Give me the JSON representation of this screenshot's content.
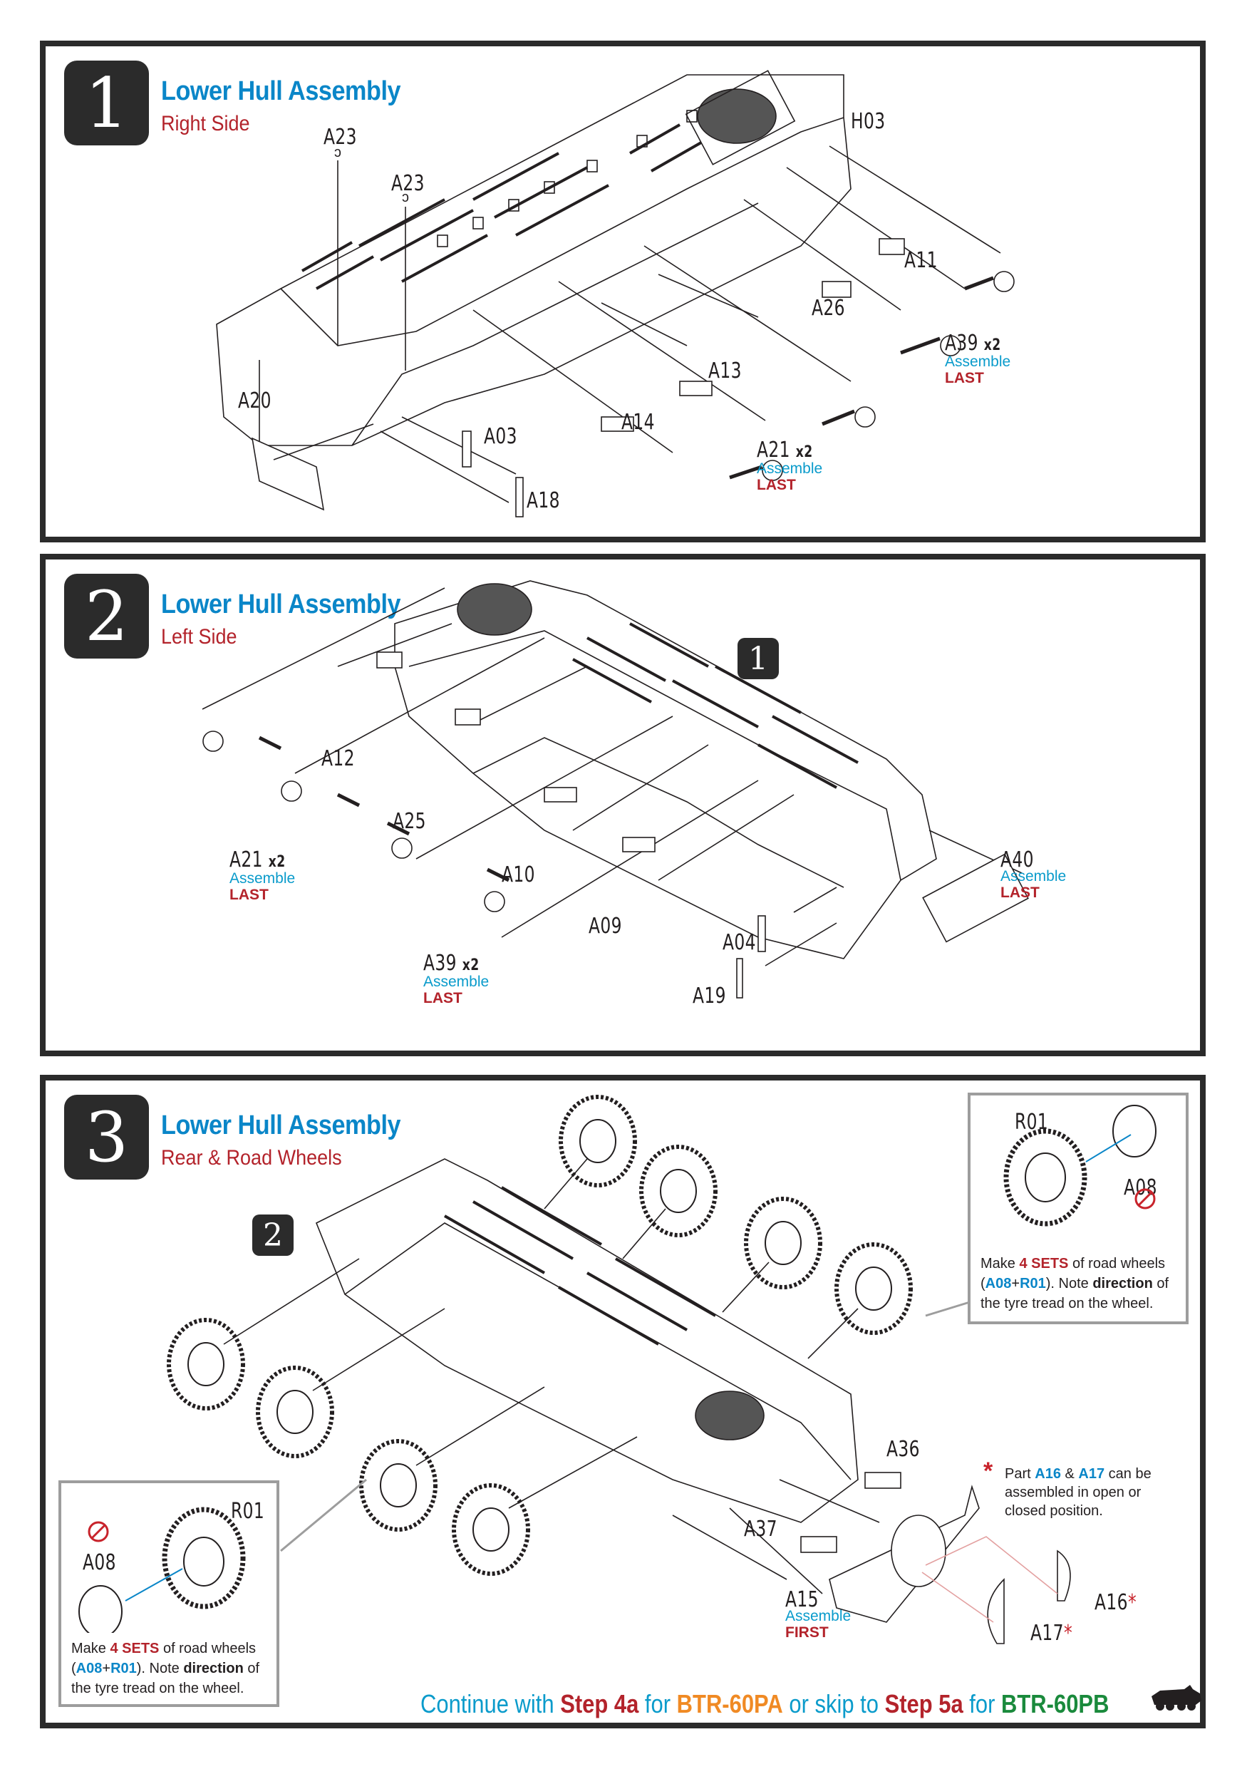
{
  "steps": [
    {
      "number": "1",
      "title": "Lower Hull Assembly",
      "subtitle": "Right Side",
      "parts": {
        "a23a": "A23",
        "a23b": "A23",
        "h03": "H03",
        "a11": "A11",
        "a26": "A26",
        "a13": "A13",
        "a14": "A14",
        "a03": "A03",
        "a18": "A18",
        "a20": "A20"
      },
      "a39": {
        "label": "A39",
        "qty": "x2",
        "assemble": "Assemble",
        "when": "LAST"
      },
      "a21": {
        "label": "A21",
        "qty": "x2",
        "assemble": "Assemble",
        "when": "LAST"
      }
    },
    {
      "number": "2",
      "title": "Lower Hull Assembly",
      "subtitle": "Left Side",
      "ref_badge": "1",
      "parts": {
        "a12": "A12",
        "a25": "A25",
        "a10": "A10",
        "a09": "A09",
        "a04": "A04",
        "a19": "A19"
      },
      "a21": {
        "label": "A21",
        "qty": "x2",
        "assemble": "Assemble",
        "when": "LAST"
      },
      "a39": {
        "label": "A39",
        "qty": "x2",
        "assemble": "Assemble",
        "when": "LAST"
      },
      "a40": {
        "label": "A40",
        "assemble": "Assemble",
        "when": "LAST"
      }
    },
    {
      "number": "3",
      "title": "Lower Hull Assembly",
      "subtitle": "Rear & Road Wheels",
      "ref_badge": "2",
      "parts": {
        "a36": "A36",
        "a37": "A37"
      },
      "a15": {
        "label": "A15",
        "assemble": "Assemble",
        "when": "FIRST"
      },
      "a16": {
        "label": "A16",
        "star": "*"
      },
      "a17": {
        "label": "A17",
        "star": "*"
      },
      "star_note": {
        "star": "*",
        "pre": "Part ",
        "part1": "A16",
        "mid": " & ",
        "part2": "A17",
        "post": " can be",
        "line2": "assembled in open or",
        "line3": "closed position."
      },
      "inset": {
        "tyre_label": "R01",
        "hub_label": "A08",
        "no_glue_icon": "no-glue-icon",
        "make": "Make ",
        "sets": "4 SETS",
        "of": " of road wheels",
        "open_paren": "(",
        "p1": "A08",
        "plus": "+",
        "p2": "R01",
        "close": ").  Note ",
        "direction": "direction",
        "of2": " of",
        "line3": "the tyre tread on the wheel."
      }
    }
  ],
  "footer": {
    "t1": "Continue with ",
    "t2": "Step 4a",
    "t3": " for ",
    "t4": "BTR-60PA",
    "t5": " or skip to ",
    "t6": "Step 5a",
    "t7": " for ",
    "t8": "BTR-60PB",
    "icon": "btr-vehicle-silhouette-icon"
  },
  "colors": {
    "title_blue": "#0a86c8",
    "subtitle_red": "#b3232b",
    "assemble_cyan": "#0a9bcb",
    "orange": "#f08a24",
    "green": "#1a8a3c",
    "badge": "#2b2b2b"
  }
}
